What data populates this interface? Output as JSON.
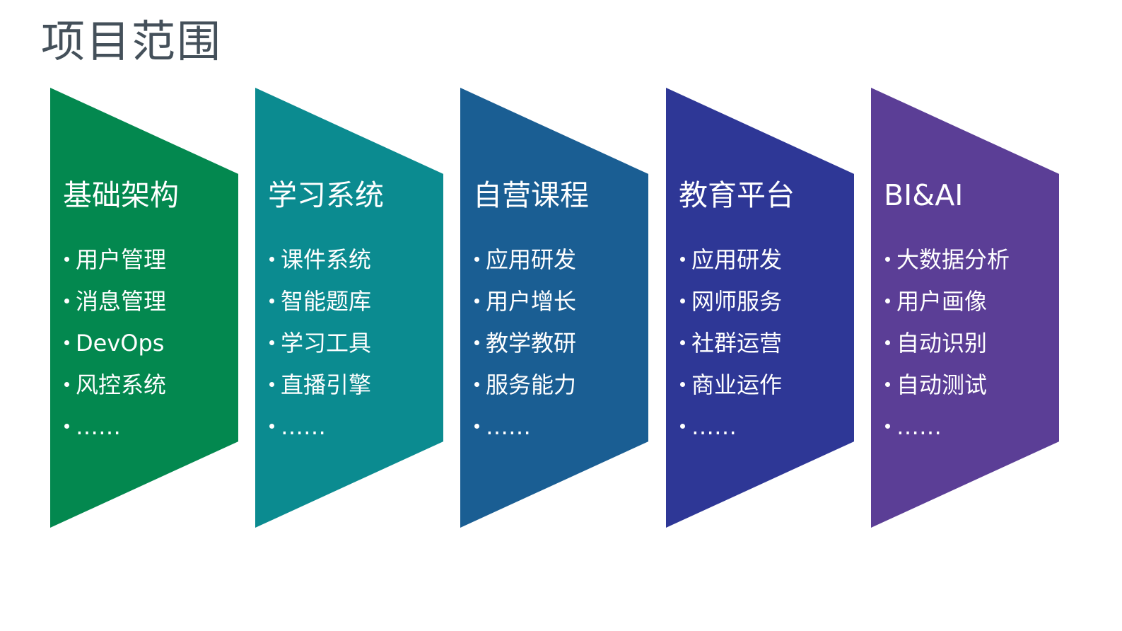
{
  "page": {
    "title": "项目范围"
  },
  "colors": {
    "title": "#44505a",
    "columns": [
      "#03884f",
      "#0b8b90",
      "#1a5e93",
      "#2e3796",
      "#5b3e96"
    ],
    "text": "#ffffff"
  },
  "columns": [
    {
      "heading": "基础架构",
      "items": [
        "用户管理",
        "消息管理",
        "DevOps",
        "风控系统",
        "……"
      ]
    },
    {
      "heading": "学习系统",
      "items": [
        "课件系统",
        "智能题库",
        "学习工具",
        "直播引擎",
        "……"
      ]
    },
    {
      "heading": "自营课程",
      "items": [
        "应用研发",
        "用户增长",
        "教学教研",
        "服务能力",
        "……"
      ]
    },
    {
      "heading": "教育平台",
      "items": [
        "应用研发",
        "网师服务",
        "社群运营",
        "商业运作",
        "……"
      ]
    },
    {
      "heading": "BI&AI",
      "items": [
        "大数据分析",
        "用户画像",
        "自动识别",
        "自动测试",
        "……"
      ]
    }
  ]
}
